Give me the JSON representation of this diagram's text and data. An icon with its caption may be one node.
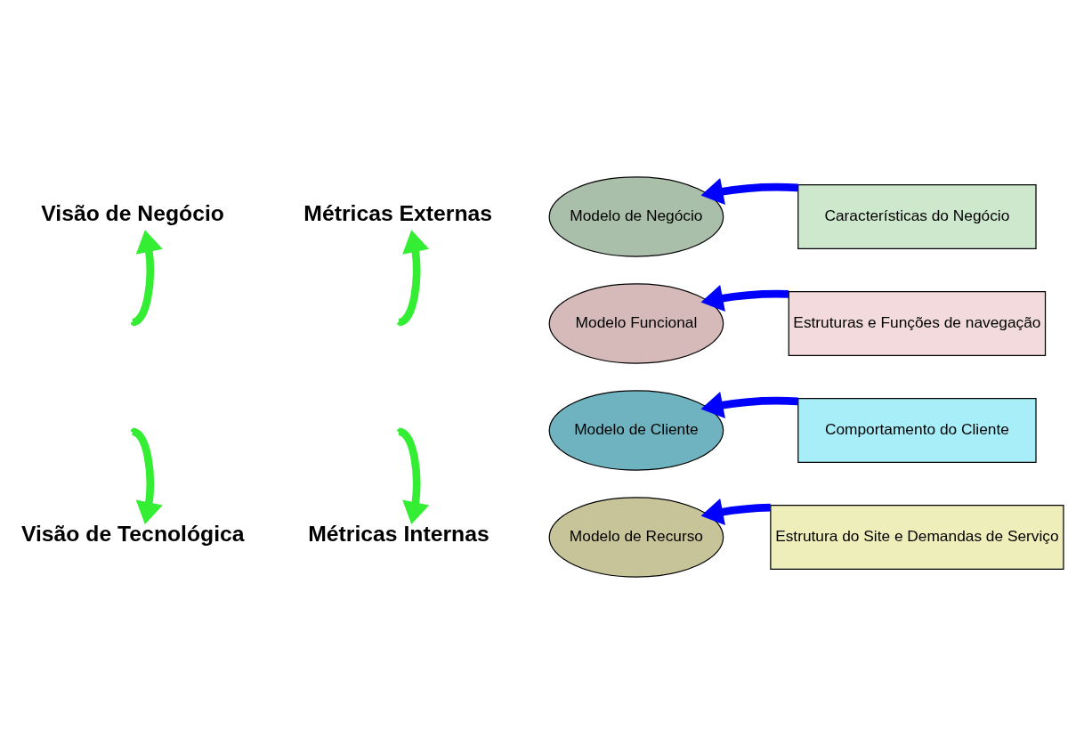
{
  "diagram": {
    "nodes": [
      {
        "text": [
          "Visão de Negócio"
        ]
      },
      {
        "text": [
          "Métricas Externas"
        ]
      },
      {
        "text": [
          "Modelo de Negócio"
        ]
      },
      {
        "text": [
          "Características do Negócio"
        ]
      },
      {
        "text": [
          "Modelo Funcional"
        ]
      },
      {
        "text": [
          "Estruturas e Funções de navegação"
        ]
      },
      {
        "text": [
          "Modelo de Cliente"
        ]
      },
      {
        "text": [
          "Comportamento do Cliente"
        ]
      },
      {
        "text": [
          "Modelo de Recurso"
        ]
      },
      {
        "text": [
          "Estrutura do Site e Demandas de Serviço"
        ]
      },
      {
        "text": [
          "Visão de Tecnológica"
        ]
      },
      {
        "text": [
          "Métricas Internas"
        ]
      }
    ],
    "edges": [
      {
        "from": null,
        "to": 0,
        "arrow": "to",
        "color": "#33ee33"
      },
      {
        "from": null,
        "to": 1,
        "arrow": "to",
        "color": "#33ee33"
      },
      {
        "from": 3,
        "to": 2,
        "arrow": "to",
        "color": "#0000ff"
      },
      {
        "from": 5,
        "to": 4,
        "arrow": "to",
        "color": "#0000ff"
      },
      {
        "from": 7,
        "to": 6,
        "arrow": "to",
        "color": "#0000ff"
      },
      {
        "from": 9,
        "to": 8,
        "arrow": "to",
        "color": "#0000ff"
      },
      {
        "from": null,
        "to": 10,
        "arrow": "to",
        "color": "#33ee33"
      },
      {
        "from": null,
        "to": 11,
        "arrow": "to",
        "color": "#33ee33"
      }
    ]
  }
}
